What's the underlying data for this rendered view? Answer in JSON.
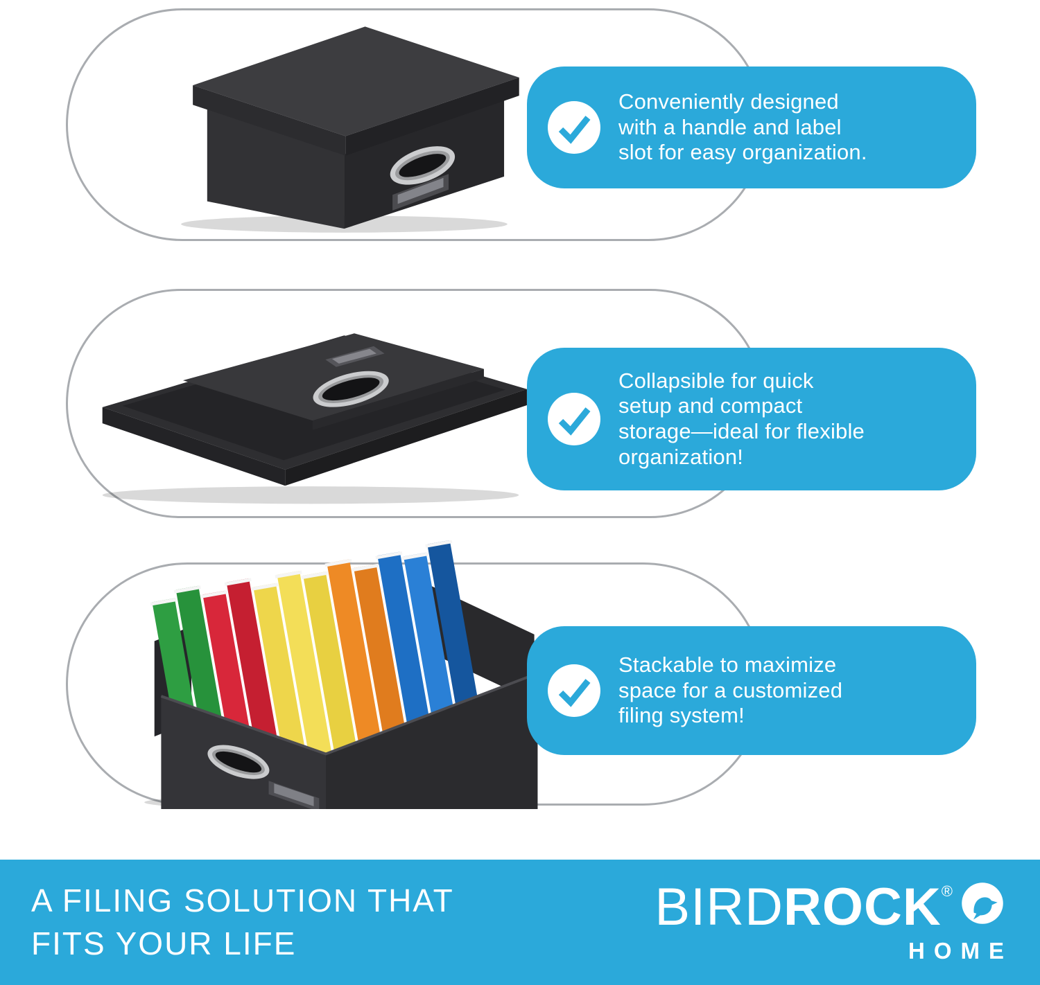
{
  "features": [
    {
      "name": "handle-and-label",
      "photo": "closed-file-box-with-lid-handle-and-label-slot",
      "lines": [
        "Conveniently designed",
        "with a handle and label",
        "slot for easy organization."
      ]
    },
    {
      "name": "collapsible",
      "photo": "collapsed-flat-file-box-in-tray",
      "lines": [
        "Collapsible for quick",
        "setup and compact",
        "storage—ideal for flexible",
        "organization!"
      ]
    },
    {
      "name": "stackable",
      "photo": "file-box-with-colorful-hanging-folders",
      "lines": [
        "Stackable to maximize",
        "space for a customized",
        "filing system!"
      ]
    }
  ],
  "banner": {
    "tagline_line1": "A FILING SOLUTION THAT",
    "tagline_line2": "FITS YOUR LIFE",
    "brand": {
      "part1": "BIRD",
      "part2": "ROCK",
      "registered": "®",
      "sub": "HOME"
    }
  },
  "colors": {
    "accent_blue": "#2BA9DA",
    "pill_outline_gray": "#A9ACB0",
    "box_fabric_charcoal": "#323235",
    "folder_colors": [
      "#2E9E42",
      "#27923B",
      "#D8273A",
      "#C51F31",
      "#EED64B",
      "#F3DE58",
      "#E8D041",
      "#EE8A25",
      "#E07C1E",
      "#1E6FC4",
      "#2A80D6",
      "#15569E"
    ]
  }
}
